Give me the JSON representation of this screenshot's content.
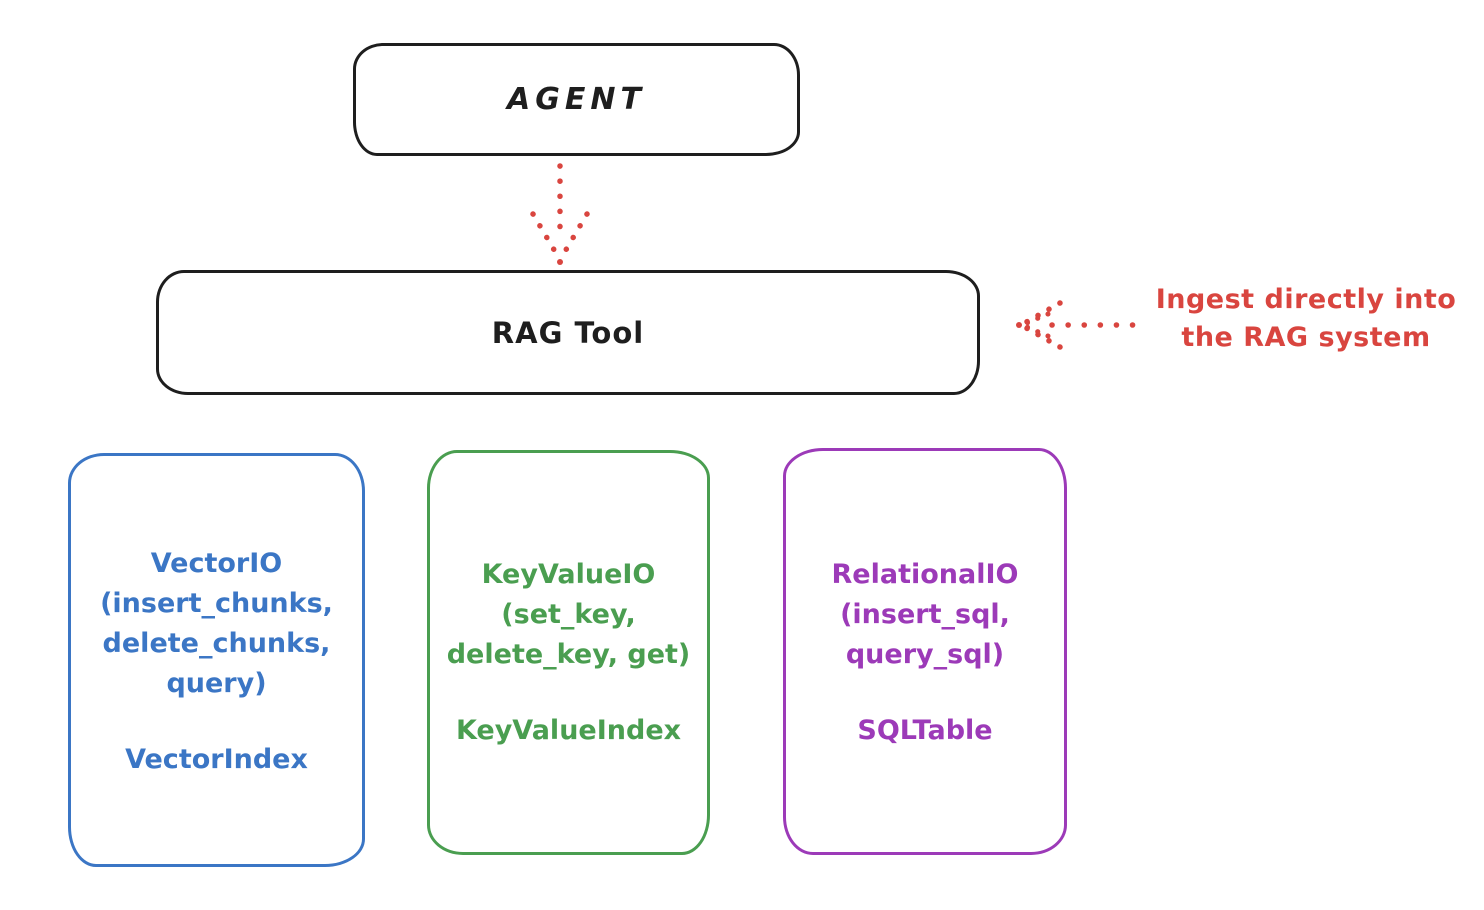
{
  "colors": {
    "ink": "#1e1e1e",
    "red": "#d9453f",
    "blue": "#3b76c5",
    "green": "#4a9e50",
    "purple": "#9c3ab8",
    "background": "#ffffff"
  },
  "agent_box": {
    "label": "AGENT"
  },
  "rag_tool_box": {
    "label": "RAG Tool"
  },
  "ingest_annotation": {
    "line1": "Ingest directly into",
    "line2": "the RAG system"
  },
  "arrows": {
    "agent_to_rag_tool": "dotted-down-arrow",
    "ingest_to_rag_tool": "dotted-left-arrow"
  },
  "io_boxes": [
    {
      "name": "VectorIO",
      "color": "#3b76c5",
      "lines": [
        "VectorIO",
        "(insert_chunks,",
        "delete_chunks,",
        "query)"
      ],
      "index": "VectorIndex"
    },
    {
      "name": "KeyValueIO",
      "color": "#4a9e50",
      "lines": [
        "KeyValueIO",
        "(set_key,",
        "delete_key, get)"
      ],
      "index": "KeyValueIndex"
    },
    {
      "name": "RelationalIO",
      "color": "#9c3ab8",
      "lines": [
        "RelationalIO",
        "(insert_sql,",
        "query_sql)"
      ],
      "index": "SQLTable"
    }
  ]
}
